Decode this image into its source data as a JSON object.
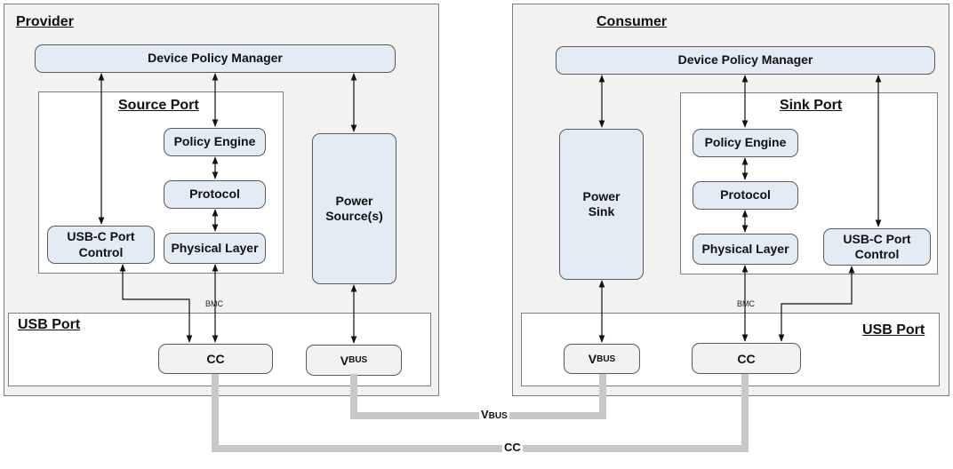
{
  "provider": {
    "title": "Provider",
    "dpm": "Device Policy Manager",
    "port_title": "Source Port",
    "policy_engine": "Policy Engine",
    "protocol": "Protocol",
    "physical_layer": "Physical Layer",
    "usbc_line1": "USB-C Port",
    "usbc_line2": "Control",
    "power_line1": "Power",
    "power_line2": "Source(s)",
    "bmc": "BMC",
    "usb_port": "USB Port",
    "cc": "CC",
    "vbus_big": "V",
    "vbus_small": "BUS"
  },
  "consumer": {
    "title": "Consumer",
    "dpm": "Device Policy Manager",
    "port_title": "Sink Port",
    "policy_engine": "Policy Engine",
    "protocol": "Protocol",
    "physical_layer": "Physical Layer",
    "usbc_line1": "USB-C Port",
    "usbc_line2": "Control",
    "power_line1": "Power",
    "power_line2": "Sink",
    "bmc": "BMC",
    "usb_port": "USB Port",
    "cc": "CC",
    "vbus_big": "V",
    "vbus_small": "BUS"
  },
  "cable": {
    "vbus_big": "V",
    "vbus_small": "BUS",
    "cc": "CC"
  }
}
